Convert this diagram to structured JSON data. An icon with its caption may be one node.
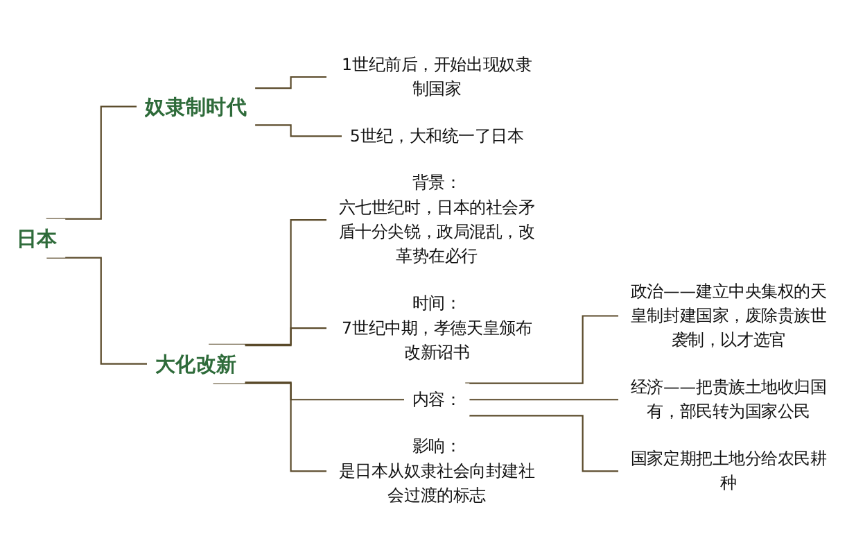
{
  "diagram": {
    "nodes": [
      {
        "text": [
          "日本"
        ]
      },
      {
        "text": [
          "奴隶制时代"
        ]
      },
      {
        "text": [
          "1世纪前后，开始出现奴隶制国家"
        ]
      },
      {
        "text": [
          "5世纪，大和统一了日本"
        ]
      },
      {
        "text": [
          "大化改新"
        ]
      },
      {
        "text": [
          "背景：",
          "六七世纪时，日本的社会矛盾十分尖锐，政局混乱，改革势在必行"
        ]
      },
      {
        "text": [
          "时间：",
          "7世纪中期，孝德天皇颁布改新诏书"
        ]
      },
      {
        "text": [
          "内容："
        ]
      },
      {
        "text": [
          "政治——建立中央集权的天皇制封建国家，废除贵族世袭制，以才选官"
        ]
      },
      {
        "text": [
          "经济——把贵族土地收归国有，部民转为国家公民"
        ]
      },
      {
        "text": [
          "国家定期把土地分给农民耕种"
        ]
      },
      {
        "text": [
          "影响：",
          "是日本从奴隶社会向封建社会过渡的标志"
        ]
      }
    ],
    "edges": [
      {
        "from": 0,
        "to": 1,
        "arrow": "none"
      },
      {
        "from": 0,
        "to": 4,
        "arrow": "none"
      },
      {
        "from": 1,
        "to": 2,
        "arrow": "none"
      },
      {
        "from": 1,
        "to": 3,
        "arrow": "none"
      },
      {
        "from": 4,
        "to": 5,
        "arrow": "none"
      },
      {
        "from": 4,
        "to": 6,
        "arrow": "none"
      },
      {
        "from": 4,
        "to": 7,
        "arrow": "none"
      },
      {
        "from": 4,
        "to": 11,
        "arrow": "none"
      },
      {
        "from": 7,
        "to": 8,
        "arrow": "none"
      },
      {
        "from": 7,
        "to": 9,
        "arrow": "none"
      },
      {
        "from": 7,
        "to": 10,
        "arrow": "none"
      }
    ]
  }
}
